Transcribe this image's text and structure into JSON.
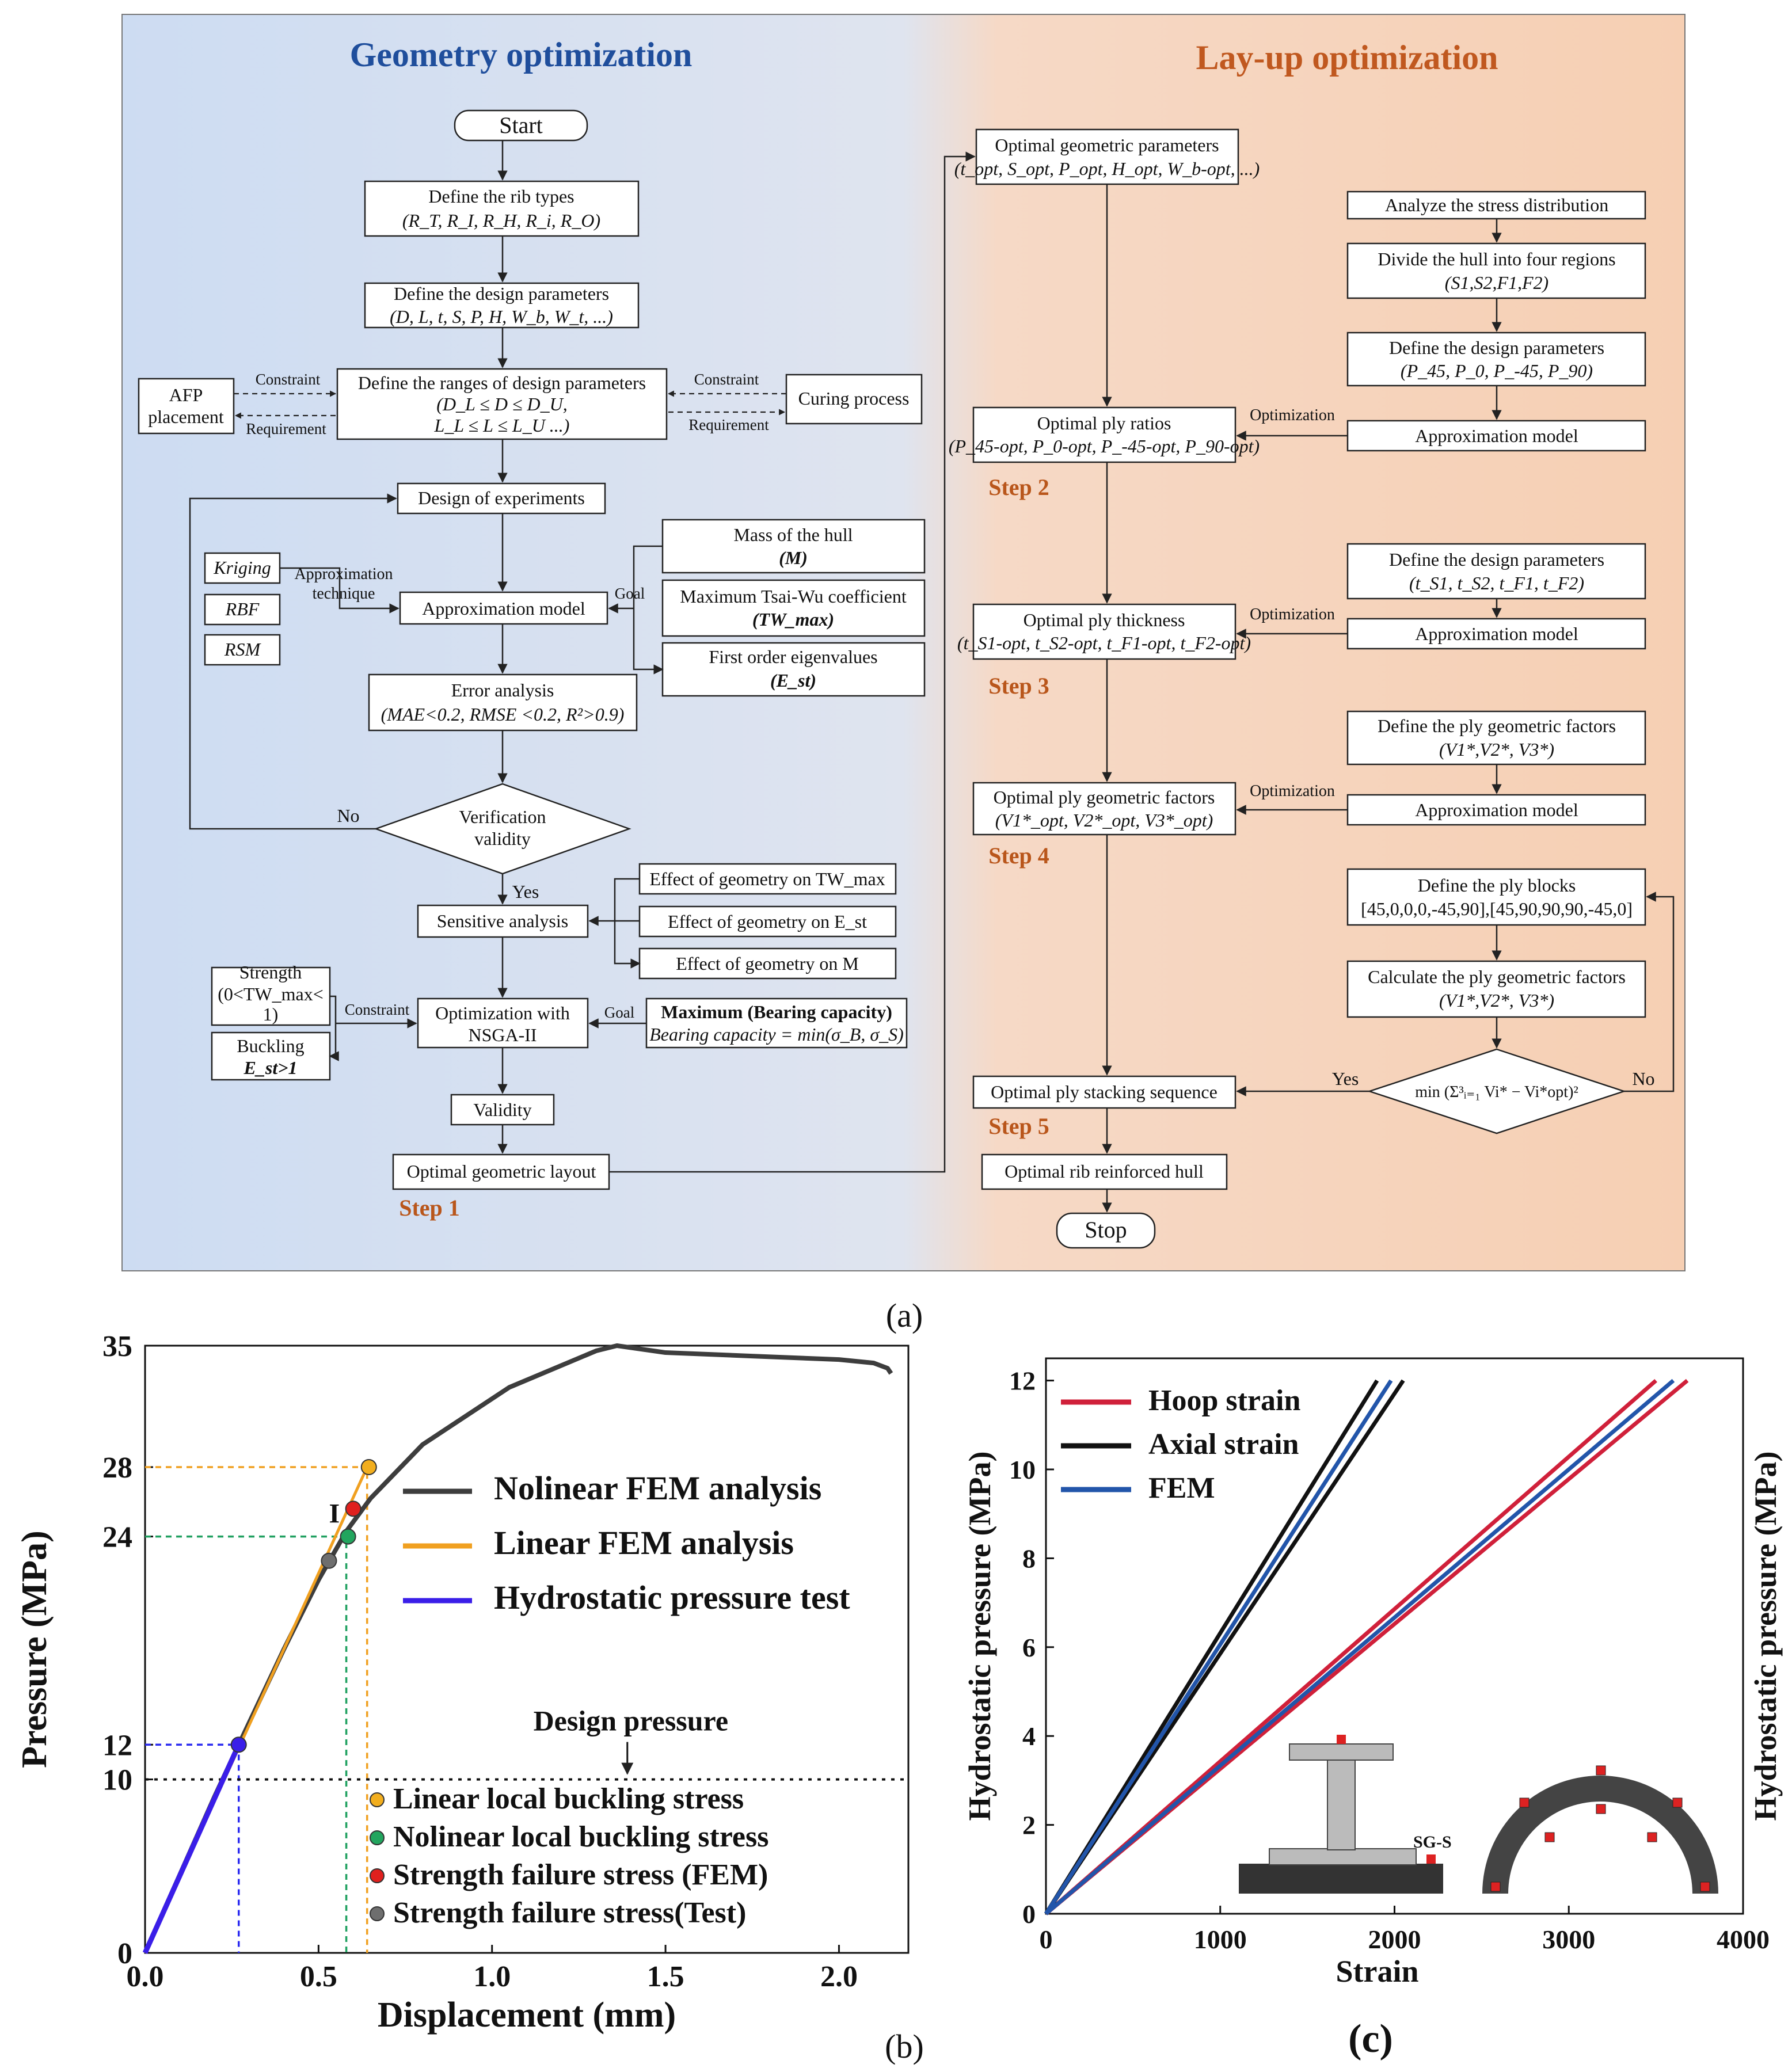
{
  "panel_a": {
    "label": "(a)",
    "left_title": "Geometry optimization",
    "right_title": "Lay-up optimization",
    "colors": {
      "left_bg_top": "#cfdcf0",
      "right_bg": "#f7cfb4",
      "title_left": "#1f4e9c",
      "title_right": "#c0581f",
      "step": "#b9561b"
    },
    "start": "Start",
    "define_rib_types": [
      "Define the rib types",
      "(R_T, R_I, R_H, R_i, R_O)"
    ],
    "define_design_params": [
      "Define the design parameters",
      "(D, L, t, S, P, H, W_b, W_t, ...)"
    ],
    "define_ranges": [
      "Define the ranges of design parameters",
      "(D_L ≤ D ≤ D_U,",
      "L_L ≤ L ≤ L_U ...)"
    ],
    "afp": [
      "AFP",
      "placement"
    ],
    "curing": "Curing process",
    "constraint": "Constraint",
    "requirement": "Requirement",
    "doe": "Design of experiments",
    "kriging": "Kriging",
    "rbf": "RBF",
    "rsm": "RSM",
    "approx_technique": [
      "Approximation",
      "technique"
    ],
    "approx_model": "Approximation model",
    "goal": "Goal",
    "mass": [
      "Mass of the hull",
      "(M)"
    ],
    "tsai_wu": [
      "Maximum Tsai-Wu coefficient",
      "(TW_max)"
    ],
    "eigen": [
      "First order eigenvalues",
      "(E_st)"
    ],
    "error_analysis": [
      "Error analysis",
      "(MAE<0.2, RMSE <0.2, R²>0.9)"
    ],
    "verification": [
      "Verification",
      "validity"
    ],
    "no": "No",
    "yes": "Yes",
    "sensitive": "Sensitive analysis",
    "effect_tw": "Effect of geometry on TW_max",
    "effect_est": "Effect of geometry on E_st",
    "effect_m": "Effect of geometry on M",
    "strength": [
      "Strength",
      "(0<TW_max<",
      "1)"
    ],
    "buckling": [
      "Buckling",
      "E_st>1"
    ],
    "nsga": [
      "Optimization with",
      "NSGA-II"
    ],
    "max_bearing": [
      "Maximum (Bearing capacity)",
      "Bearing capacity = min(σ_B, σ_S)"
    ],
    "validity": "Validity",
    "opt_geo_layout": "Optimal geometric layout",
    "step1": "Step 1",
    "opt_geo_params": [
      "Optimal geometric parameters",
      "(t_opt, S_opt, P_opt, H_opt, W_b-opt, ...)"
    ],
    "analyze_stress": "Analyze the stress distribution",
    "divide_hull": [
      "Divide the hull into four regions",
      "(S1,S2,F1,F2)"
    ],
    "define_design_params_r": [
      "Define the design parameters",
      "(P_45, P_0, P_-45, P_90)"
    ],
    "approx_model_r": "Approximation model",
    "optimization": "Optimization",
    "opt_ply_ratios": [
      "Optimal ply ratios",
      "(P_45-opt, P_0-opt, P_-45-opt, P_90-opt)"
    ],
    "step2": "Step 2",
    "define_design_params_t": [
      "Define the design parameters",
      "(t_S1, t_S2, t_F1, t_F2)"
    ],
    "opt_ply_thickness": [
      "Optimal ply thickness",
      "(t_S1-opt, t_S2-opt, t_F1-opt, t_F2-opt)"
    ],
    "step3": "Step 3",
    "define_ply_geo": [
      "Define the ply geometric factors",
      "(V1*,V2*, V3*)"
    ],
    "opt_ply_geo": [
      "Optimal ply geometric factors",
      "(V1*_opt, V2*_opt, V3*_opt)"
    ],
    "step4": "Step 4",
    "define_ply_blocks": [
      "Define the ply blocks",
      "[45,0,0,0,-45,90],[45,90,90,90,-45,0]"
    ],
    "calc_ply_geo": [
      "Calculate the ply geometric factors",
      "(V1*,V2*, V3*)"
    ],
    "min_expr": "min (Σ³ᵢ₌₁ Vi* − Vi*opt)²",
    "opt_stacking": "Optimal ply stacking sequence",
    "step5": "Step 5",
    "opt_rib_hull": "Optimal rib reinforced hull",
    "stop": "Stop"
  },
  "panel_b": {
    "label": "(b)",
    "chart_data": {
      "type": "line",
      "xlabel": "Displacement (mm)",
      "ylabel": "Pressure (MPa)",
      "xlim": [
        0,
        2.2
      ],
      "ylim": [
        0,
        35
      ],
      "xticks": [
        "0.0",
        "0.5",
        "1.0",
        "1.5",
        "2.0"
      ],
      "xtick_values": [
        0,
        0.5,
        1.0,
        1.5,
        2.0
      ],
      "yticks": [
        "0",
        "10",
        "12",
        "24",
        "28",
        "35"
      ],
      "ytick_values": [
        0,
        10,
        12,
        24,
        28,
        35
      ],
      "series": [
        {
          "name": "Nolinear FEM analysis",
          "color": "#3d3d3d",
          "x": [
            0,
            0.1,
            0.2,
            0.27,
            0.4,
            0.5,
            0.58,
            0.65,
            0.8,
            1.05,
            1.3,
            1.36,
            1.5,
            1.75,
            2.0,
            2.1,
            2.14,
            2.15
          ],
          "y": [
            0,
            4.5,
            9,
            12,
            17.5,
            21.5,
            24.3,
            26.2,
            29.3,
            32.6,
            34.7,
            35,
            34.6,
            34.4,
            34.2,
            34.0,
            33.7,
            33.4
          ]
        },
        {
          "name": "Linear FEM analysis",
          "color": "#f0a020",
          "x": [
            0,
            0.64
          ],
          "y": [
            0,
            28
          ]
        },
        {
          "name": "Hydrostatic pressure test",
          "color": "#3a1ee8",
          "x": [
            0,
            0.27
          ],
          "y": [
            0,
            12
          ]
        }
      ],
      "guides": [
        {
          "x": 0.64,
          "y": 28,
          "color": "#f0a020"
        },
        {
          "x": 0.58,
          "y": 24,
          "color": "#20a060"
        },
        {
          "x": 0.27,
          "y": 12,
          "color": "#2a2af0"
        }
      ],
      "design_pressure": {
        "y": 10,
        "label": "Design pressure"
      },
      "points": [
        {
          "name": "Linear local buckling stress",
          "x": 0.645,
          "y": 28,
          "color": "#f2ae1e"
        },
        {
          "name": "Nolinear local buckling stress",
          "x": 0.585,
          "y": 24,
          "color": "#22a55e"
        },
        {
          "name": "Strength failure stress (FEM)",
          "x": 0.6,
          "y": 25.6,
          "color": "#e0201e"
        },
        {
          "name": "Strength failure stress(Test)",
          "x": 0.53,
          "y": 22.6,
          "color": "#6e6e6e"
        },
        {
          "name": "",
          "x": 0.27,
          "y": 12,
          "color": "#3a1ee8"
        }
      ],
      "annotation": "I"
    }
  },
  "panel_c": {
    "label": "(c)",
    "chart_data": {
      "type": "line",
      "xlabel": "Strain",
      "ylabel": "Hydrostatic pressure (MPa)",
      "ylabel_right": "Hydrostatic pressure (MPa)",
      "xlim": [
        0,
        4000
      ],
      "ylim": [
        0,
        12.5
      ],
      "xticks": [
        "0",
        "1000",
        "2000",
        "3000",
        "4000"
      ],
      "xtick_values": [
        0,
        1000,
        2000,
        3000,
        4000
      ],
      "yticks": [
        "0",
        "2",
        "4",
        "6",
        "8",
        "10",
        "12"
      ],
      "ytick_values": [
        0,
        2,
        4,
        6,
        8,
        10,
        12
      ],
      "series": [
        {
          "name": "Hoop strain",
          "color": "#d0203a",
          "lines": [
            {
              "x": [
                0,
                3500
              ],
              "y": [
                0,
                12
              ]
            },
            {
              "x": [
                0,
                3680
              ],
              "y": [
                0,
                12
              ]
            }
          ]
        },
        {
          "name": "Axial strain",
          "color": "#111111",
          "lines": [
            {
              "x": [
                0,
                1900
              ],
              "y": [
                0,
                12
              ]
            },
            {
              "x": [
                0,
                2050
              ],
              "y": [
                0,
                12
              ]
            }
          ]
        },
        {
          "name": "FEM",
          "color": "#2255aa",
          "lines": [
            {
              "x": [
                0,
                1980
              ],
              "y": [
                0,
                12
              ]
            },
            {
              "x": [
                0,
                3600
              ],
              "y": [
                0,
                12
              ]
            }
          ]
        }
      ],
      "inset_label": "SG-S"
    }
  }
}
